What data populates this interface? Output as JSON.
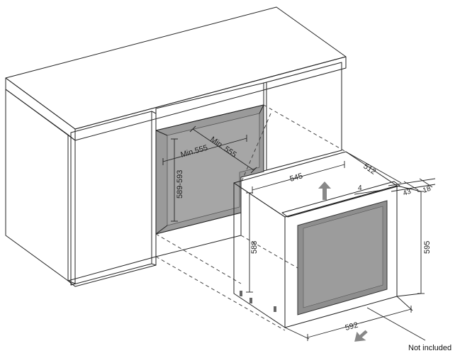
{
  "dimensions": {
    "niche_width_min": "Min.555",
    "niche_depth_min": "Min. 555",
    "niche_height": "589-593",
    "appliance_height": "588",
    "appliance_top_width": "545",
    "appliance_depth": "512",
    "appliance_front_height": "595",
    "appliance_front_width": "592",
    "door_gap": "4",
    "door_thickness_a": "43",
    "door_thickness_b": "18"
  },
  "labels": {
    "not_included": "Not included"
  },
  "colors": {
    "niche_fill": "#9a9a9a",
    "appliance_side": "#e6e6e6",
    "glass_fill": "#8e8e8e",
    "door_frame": "#c8c8c8",
    "arrow": "#888888"
  },
  "icons": {
    "up_arrow": "arrow-up-icon",
    "insert_arrow": "arrow-insert-icon"
  }
}
